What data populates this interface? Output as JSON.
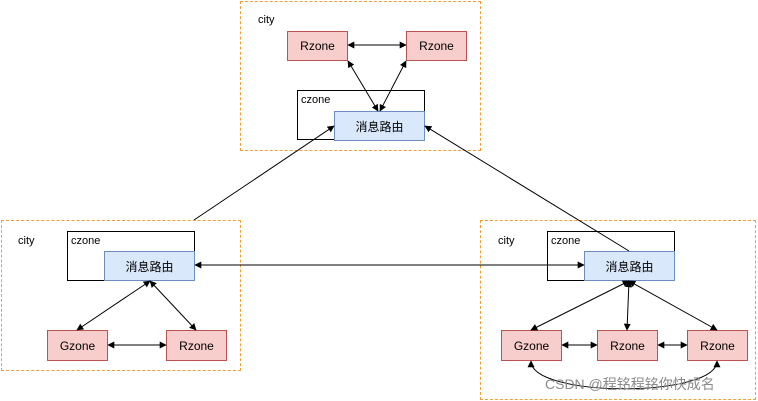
{
  "labels": {
    "city": "city",
    "czone": "czone",
    "router": "消息路由",
    "rzone": "Rzone",
    "gzone": "Gzone"
  },
  "watermark": "CSDN @程铭程铭你快成名",
  "colors": {
    "city_border": "#f0a030",
    "zone_fill": "#f8cecc",
    "zone_border": "#b85450",
    "router_fill": "#dae8fc",
    "router_border": "#6c8ebf"
  }
}
